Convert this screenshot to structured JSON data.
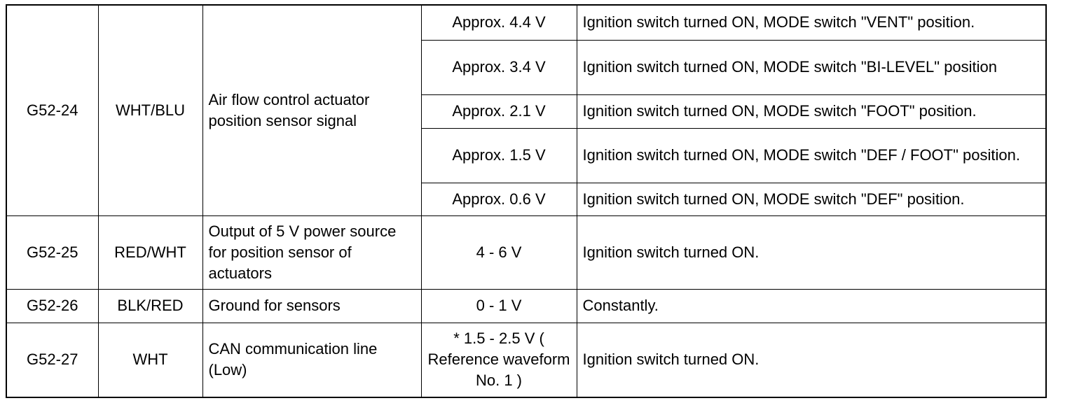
{
  "rows": [
    {
      "terminal": "G52-24",
      "color": "WHT/BLU",
      "description": "Air flow control actuator position sensor signal",
      "conditions": [
        {
          "value": "Approx. 4.4 V",
          "condition": "Ignition switch turned ON, MODE switch \"VENT\" position."
        },
        {
          "value": "Approx. 3.4 V",
          "condition": "Ignition switch turned ON, MODE switch \"BI-LEVEL\" position"
        },
        {
          "value": "Approx. 2.1 V",
          "condition": "Ignition switch turned ON, MODE switch \"FOOT\" position."
        },
        {
          "value": "Approx. 1.5 V",
          "condition": "Ignition switch turned ON, MODE switch \"DEF / FOOT\" position."
        },
        {
          "value": "Approx. 0.6 V",
          "condition": "Ignition switch turned ON, MODE switch \"DEF\" position."
        }
      ]
    },
    {
      "terminal": "G52-25",
      "color": "RED/WHT",
      "description": "Output of 5 V power source for position sensor of actuators",
      "value": "4 - 6 V",
      "condition": "Ignition switch turned ON."
    },
    {
      "terminal": "G52-26",
      "color": "BLK/RED",
      "description": "Ground for sensors",
      "value": "0 - 1 V",
      "condition": "Constantly."
    },
    {
      "terminal": "G52-27",
      "color": "WHT",
      "description": "CAN communication line (Low)",
      "value": "* 1.5 - 2.5 V ( Reference waveform No. 1 )",
      "condition": "Ignition switch turned ON."
    }
  ]
}
